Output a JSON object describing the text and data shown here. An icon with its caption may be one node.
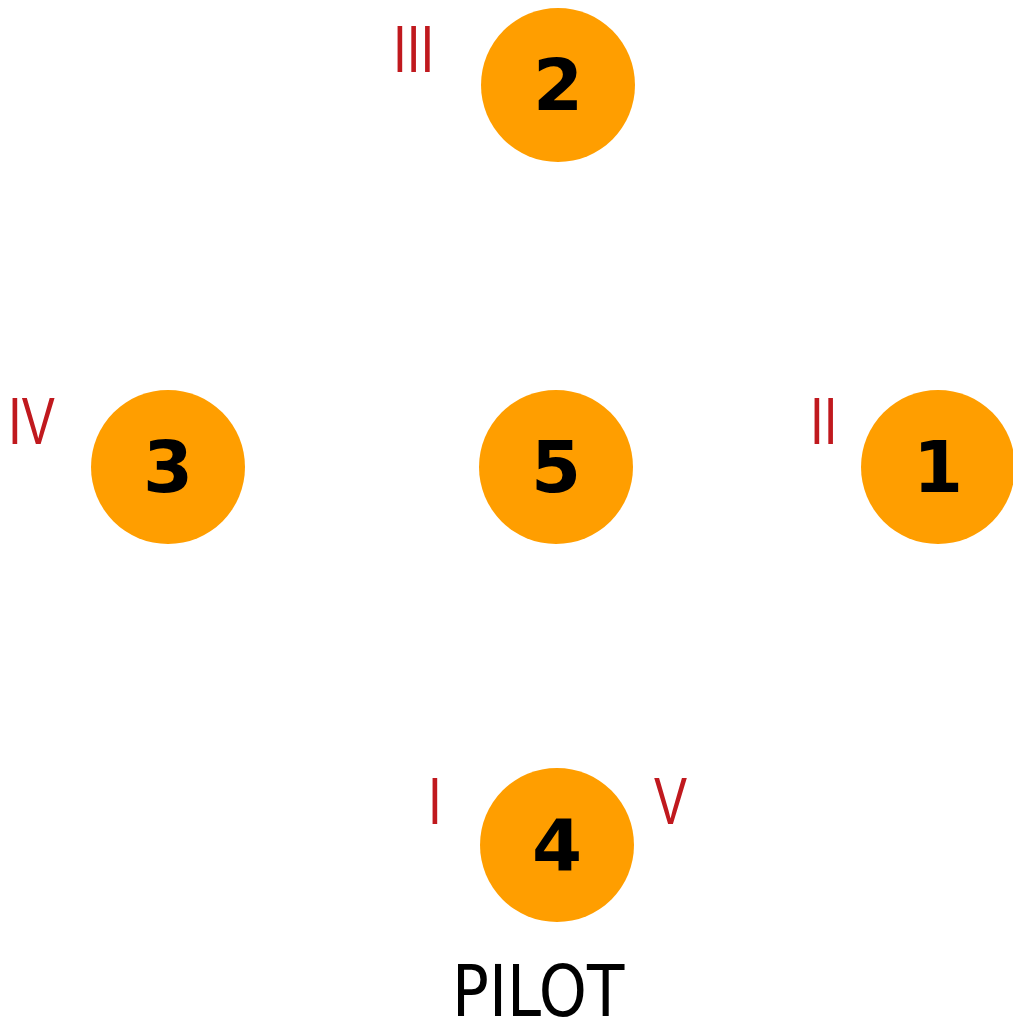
{
  "diagram": {
    "nodes": [
      {
        "text": [
          "2"
        ],
        "beside": [
          "III"
        ]
      },
      {
        "text": [
          "3"
        ],
        "beside": [
          "IV"
        ]
      },
      {
        "text": [
          "5"
        ]
      },
      {
        "text": [
          "1"
        ],
        "beside": [
          "II"
        ]
      },
      {
        "text": [
          "4"
        ],
        "beside": [
          "I",
          "V",
          "PILOT"
        ]
      }
    ]
  }
}
